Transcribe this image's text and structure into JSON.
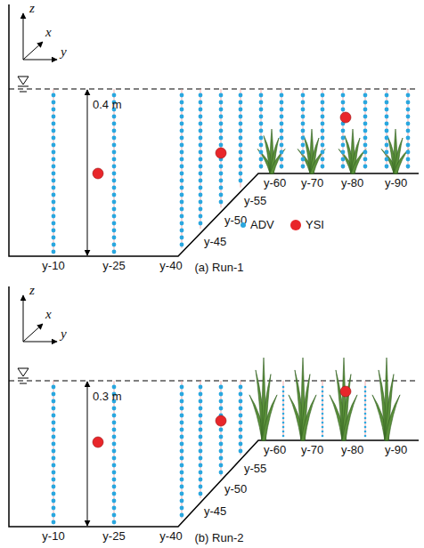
{
  "diagram": {
    "labels": [
      "z",
      "x",
      "y",
      "0.4 m",
      "y-10",
      "y-25",
      "y-40",
      "y-45",
      "y-50",
      "y-55",
      "y-60",
      "y-70",
      "y-80",
      "y-90",
      "(a) Run-1",
      "z",
      "x",
      "y",
      "0.3 m",
      "y-10",
      "y-25",
      "y-40",
      "y-45",
      "y-50",
      "y-55",
      "y-60",
      "y-70",
      "y-80",
      "y-90",
      "(b) Run-2"
    ],
    "legend": [
      {
        "text": "ADV",
        "color": "#2aa7df"
      },
      {
        "text": "YSI",
        "color": "#e8262a"
      }
    ]
  }
}
